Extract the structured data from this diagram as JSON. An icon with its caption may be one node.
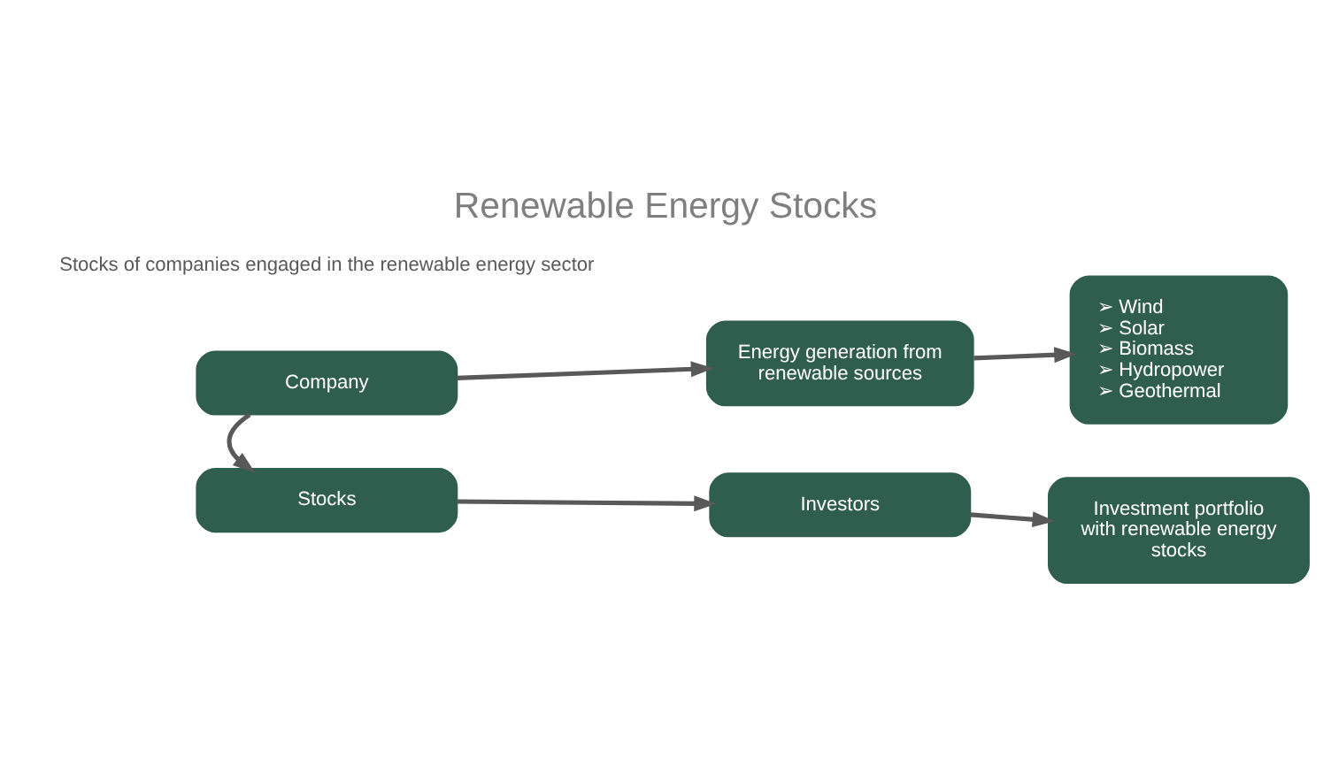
{
  "diagram": {
    "title": "Renewable Energy Stocks",
    "nodes": [
      {
        "text": [
          "Company"
        ]
      },
      {
        "text": [
          "Energy generation from renewable sources"
        ]
      },
      {
        "text": [
          "➢ Wind",
          "➢ Solar",
          "➢ Biomass",
          "➢ Hydropower",
          "➢ Geothermal"
        ]
      },
      {
        "text": [
          "Stocks"
        ]
      },
      {
        "text": [
          "Investors"
        ]
      },
      {
        "text": [
          "Investment portfolio with renewable energy stocks"
        ]
      }
    ],
    "edges": [
      {
        "from": 0,
        "to": 1,
        "arrow": "to"
      },
      {
        "from": 1,
        "to": 2,
        "arrow": "to"
      },
      {
        "from": 0,
        "to": 3,
        "arrow": "to"
      },
      {
        "from": 3,
        "to": 4,
        "arrow": "to"
      },
      {
        "from": 4,
        "to": 5,
        "arrow": "to"
      }
    ],
    "labels": [
      "Stocks of companies engaged in the renewable energy sector"
    ]
  }
}
